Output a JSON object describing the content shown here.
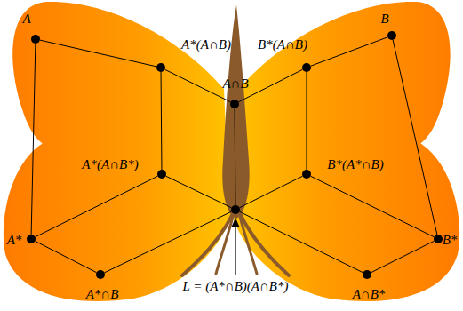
{
  "diagram": {
    "nodes": [
      {
        "text": [
          "A"
        ]
      },
      {
        "text": [
          "A*(A∩B)"
        ]
      },
      {
        "text": [
          "B*(A∩B)"
        ]
      },
      {
        "text": [
          "B"
        ]
      },
      {
        "text": [
          "A∩B"
        ]
      },
      {
        "text": [
          "A*(A∩B*)"
        ]
      },
      {
        "text": [
          "B*(A*∩B)"
        ]
      },
      {
        "text": [
          "L = (A*∩B)(A∩B*)"
        ]
      },
      {
        "text": [
          "A*"
        ]
      },
      {
        "text": [
          "B*"
        ]
      },
      {
        "text": [
          "A*∩B"
        ]
      },
      {
        "text": [
          "A∩B*"
        ]
      }
    ],
    "edges": [
      {
        "from": 0,
        "to": 1,
        "arrow": "none"
      },
      {
        "from": 0,
        "to": 8,
        "arrow": "none"
      },
      {
        "from": 1,
        "to": 4,
        "arrow": "none"
      },
      {
        "from": 1,
        "to": 5,
        "arrow": "none"
      },
      {
        "from": 5,
        "to": 8,
        "arrow": "none"
      },
      {
        "from": 5,
        "to": 7,
        "arrow": "none"
      },
      {
        "from": 8,
        "to": 10,
        "arrow": "none"
      },
      {
        "from": 10,
        "to": 7,
        "arrow": "none"
      },
      {
        "from": 3,
        "to": 2,
        "arrow": "none"
      },
      {
        "from": 3,
        "to": 9,
        "arrow": "none"
      },
      {
        "from": 2,
        "to": 4,
        "arrow": "none"
      },
      {
        "from": 2,
        "to": 6,
        "arrow": "none"
      },
      {
        "from": 6,
        "to": 9,
        "arrow": "none"
      },
      {
        "from": 6,
        "to": 7,
        "arrow": "none"
      },
      {
        "from": 9,
        "to": 11,
        "arrow": "none"
      },
      {
        "from": 11,
        "to": 7,
        "arrow": "none"
      },
      {
        "from": 4,
        "to": 7,
        "arrow": "none"
      }
    ]
  }
}
